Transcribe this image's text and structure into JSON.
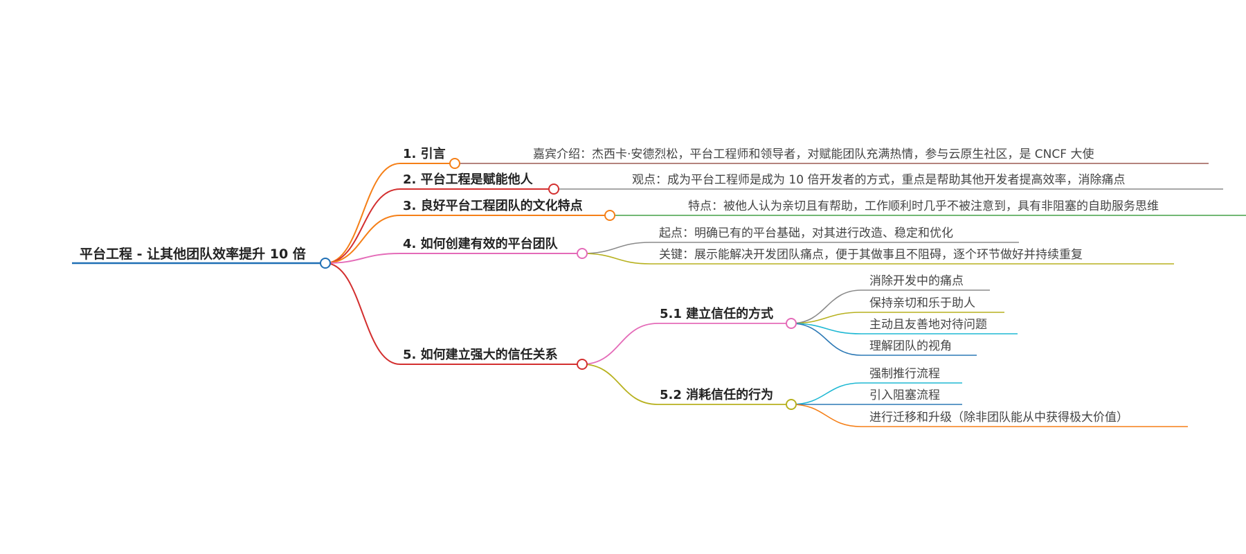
{
  "colors": {
    "root": "#1f6fb5",
    "orange": "#f57f17",
    "red": "#d32f2f",
    "green": "#43a047",
    "pink": "#e46bb8",
    "gray": "#8a8a8a",
    "olive": "#b7b11e",
    "cyan": "#1eb8d3",
    "blue": "#2b78b5",
    "brown": "#9b5a52"
  },
  "mindmap": {
    "root": "平台工程 - 让其他团队效率提升 10 倍",
    "branches": [
      {
        "label": "1. 引言",
        "color": "orange",
        "children": [
          {
            "label": "嘉宾介绍：杰西卡·安德烈松，平台工程师和领导者，对赋能团队充满热情，参与云原生社区，是 CNCF 大使",
            "color": "brown"
          }
        ]
      },
      {
        "label": "2. 平台工程是赋能他人",
        "color": "red",
        "children": [
          {
            "label": "观点：成为平台工程师是成为 10 倍开发者的方式，重点是帮助其他开发者提高效率，消除痛点",
            "color": "gray"
          }
        ]
      },
      {
        "label": "3. 良好平台工程团队的文化特点",
        "color": "orange",
        "children": [
          {
            "label": "特点：被他人认为亲切且有帮助，工作顺利时几乎不被注意到，具有非阻塞的自助服务思维",
            "color": "green"
          }
        ]
      },
      {
        "label": "4. 如何创建有效的平台团队",
        "color": "pink",
        "children": [
          {
            "label": "起点：明确已有的平台基础，对其进行改造、稳定和优化",
            "color": "gray"
          },
          {
            "label": "关键：展示能解决开发团队痛点，便于其做事且不阻碍，逐个环节做好并持续重复",
            "color": "olive"
          }
        ]
      },
      {
        "label": "5. 如何建立强大的信任关系",
        "color": "red",
        "children": [
          {
            "label": "5.1 建立信任的方式",
            "color": "pink",
            "children": [
              {
                "label": "消除开发中的痛点",
                "color": "gray"
              },
              {
                "label": "保持亲切和乐于助人",
                "color": "olive"
              },
              {
                "label": "主动且友善地对待问题",
                "color": "cyan"
              },
              {
                "label": "理解团队的视角",
                "color": "blue"
              }
            ]
          },
          {
            "label": "5.2 消耗信任的行为",
            "color": "olive",
            "children": [
              {
                "label": "强制推行流程",
                "color": "cyan"
              },
              {
                "label": "引入阻塞流程",
                "color": "blue"
              },
              {
                "label": "进行迁移和升级（除非团队能从中获得极大价值）",
                "color": "orange"
              }
            ]
          }
        ]
      }
    ]
  }
}
